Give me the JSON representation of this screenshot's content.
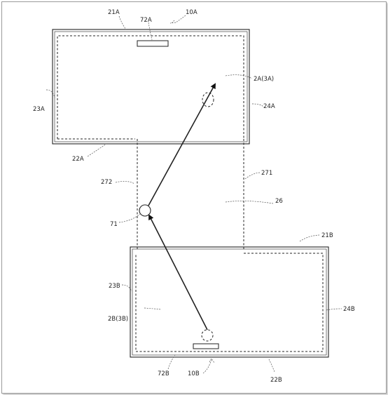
{
  "labels": {
    "device_a": "10A",
    "device_b": "10B",
    "top_edge_a": "21A",
    "bottom_edge_a": "22A",
    "left_edge_a": "23A",
    "right_edge_a": "24A",
    "marker_a": "72A",
    "screen_a": "2A(3A)",
    "top_edge_b": "21B",
    "bottom_edge_b": "22B",
    "left_edge_b": "23B",
    "right_edge_b": "24B",
    "marker_b": "72B",
    "screen_b": "2B(3B)",
    "region_left": "272",
    "region_right": "271",
    "region": "26",
    "point": "71"
  }
}
